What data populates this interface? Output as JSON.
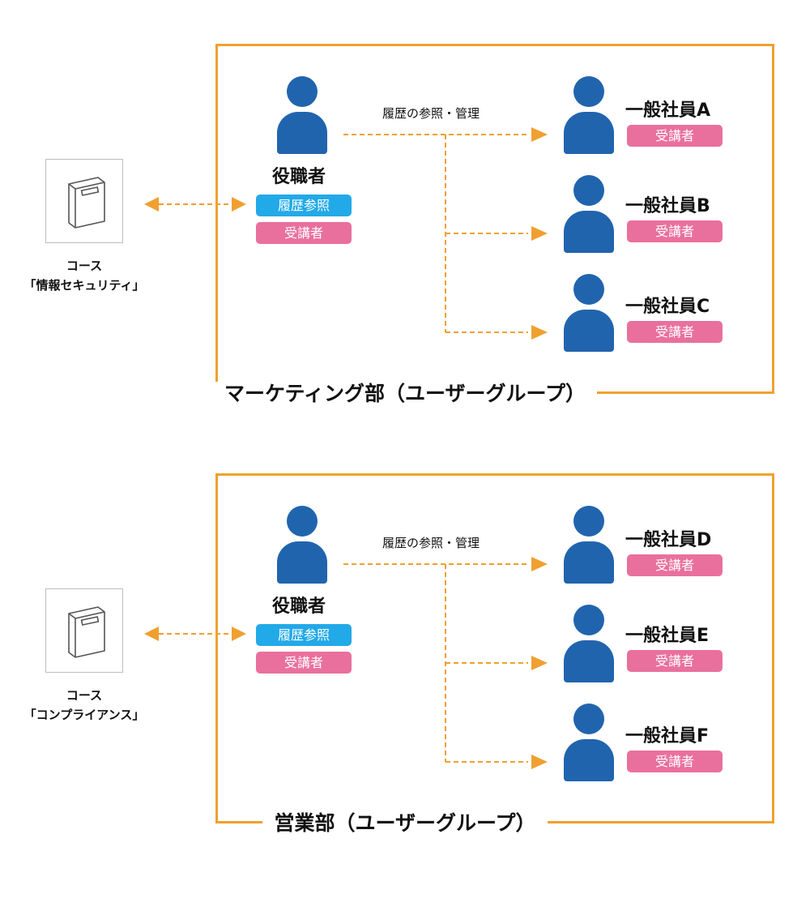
{
  "groups": [
    {
      "title": "マーケティング部（ユーザーグループ）",
      "course": {
        "line1": "コース",
        "line2": "「情報セキュリティ」",
        "icon": "book-icon"
      },
      "manager": {
        "name": "役職者",
        "roles": [
          "履歴参照",
          "受講者"
        ]
      },
      "edge_label": "履歴の参照・管理",
      "employees": [
        {
          "name": "一般社員A",
          "role": "受講者"
        },
        {
          "name": "一般社員B",
          "role": "受講者"
        },
        {
          "name": "一般社員C",
          "role": "受講者"
        }
      ]
    },
    {
      "title": "営業部（ユーザーグループ）",
      "course": {
        "line1": "コース",
        "line2": "「コンプライアンス」",
        "icon": "book-icon"
      },
      "manager": {
        "name": "役職者",
        "roles": [
          "履歴参照",
          "受講者"
        ]
      },
      "edge_label": "履歴の参照・管理",
      "employees": [
        {
          "name": "一般社員D",
          "role": "受講者"
        },
        {
          "name": "一般社員E",
          "role": "受講者"
        },
        {
          "name": "一般社員F",
          "role": "受講者"
        }
      ]
    }
  ],
  "colors": {
    "frame": "#f0a030",
    "person": "#2164ae",
    "badge_history": "#22a9e8",
    "badge_learner": "#e9709c",
    "arrow": "#f0a030"
  }
}
